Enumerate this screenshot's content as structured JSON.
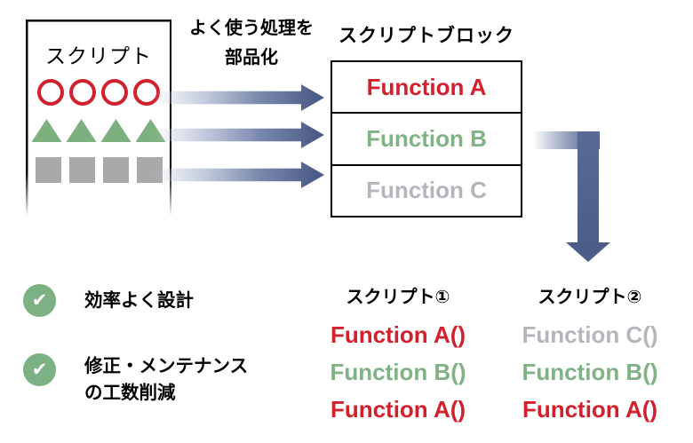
{
  "colors": {
    "red": "#D2212E",
    "green": "#7FB285",
    "gray": "#B3B6BB",
    "triangle_green": "#7CB07E",
    "square_gray": "#A9A9A9",
    "arrow_blue": "#4C5C88",
    "check_green": "#7CB183"
  },
  "icons": {
    "check": "✔"
  },
  "source_box": {
    "label": "スクリプト",
    "shape_rows": [
      {
        "shape": "circle",
        "count": 4,
        "color": "#D2212E"
      },
      {
        "shape": "triangle",
        "count": 4,
        "color": "#7CB07E"
      },
      {
        "shape": "square",
        "count": 4,
        "color": "#A9A9A9"
      }
    ]
  },
  "transform_label": {
    "line1": "よく使う処理を",
    "line2": "部品化"
  },
  "script_block": {
    "title": "スクリプトブロック",
    "functions": [
      {
        "name": "Function A",
        "color": "#D2212E"
      },
      {
        "name": "Function B",
        "color": "#7FB285"
      },
      {
        "name": "Function C",
        "color": "#B3B6BB"
      }
    ]
  },
  "benefits": [
    {
      "line1": "効率よく設計",
      "line2": ""
    },
    {
      "line1": "修正・メンテナンス",
      "line2": "の工数削減"
    }
  ],
  "scripts": [
    {
      "title": "スクリプト①",
      "calls": [
        {
          "name": "Function A()",
          "color": "#D2212E"
        },
        {
          "name": "Function B()",
          "color": "#7FB285"
        },
        {
          "name": "Function A()",
          "color": "#D2212E"
        }
      ]
    },
    {
      "title": "スクリプト②",
      "calls": [
        {
          "name": "Function C()",
          "color": "#B3B6BB"
        },
        {
          "name": "Function B()",
          "color": "#7FB285"
        },
        {
          "name": "Function A()",
          "color": "#D2212E"
        }
      ]
    }
  ]
}
